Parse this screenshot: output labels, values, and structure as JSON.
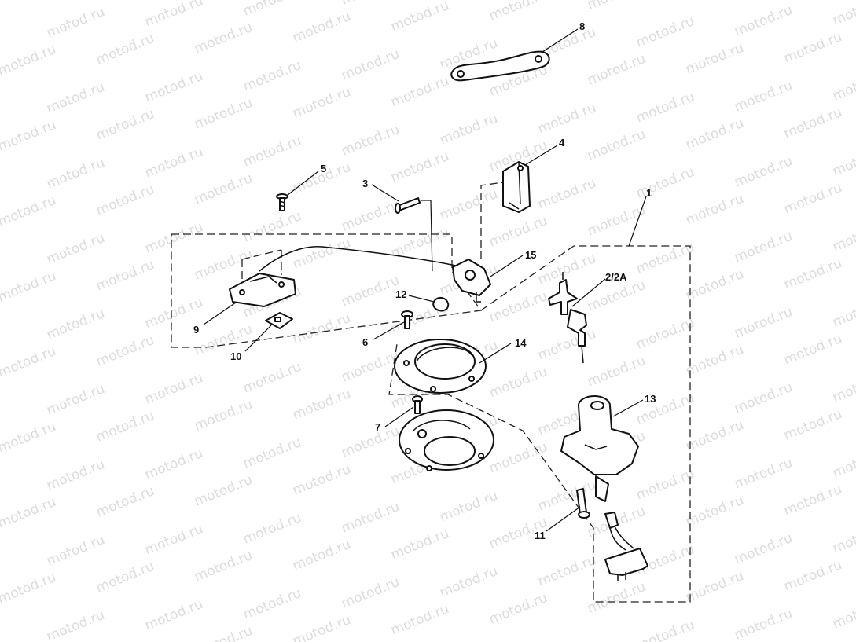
{
  "watermark": {
    "text": "motod.ru",
    "color": "#dcdcdc"
  },
  "diagram": {
    "type": "exploded-parts-view",
    "callouts": {
      "p1": "1",
      "p2": "2/2A",
      "p3": "3",
      "p4": "4",
      "p5": "5",
      "p6": "6",
      "p7": "7",
      "p8": "8",
      "p9": "9",
      "p10": "10",
      "p11": "11",
      "p12": "12",
      "p13": "13",
      "p14": "14",
      "p15": "15"
    },
    "parts": [
      {
        "callout": "1",
        "name": "assembly-set-boundary"
      },
      {
        "callout": "2/2A",
        "name": "key-pair"
      },
      {
        "callout": "3",
        "name": "screw"
      },
      {
        "callout": "4",
        "name": "bracket"
      },
      {
        "callout": "5",
        "name": "screw"
      },
      {
        "callout": "6",
        "name": "screw"
      },
      {
        "callout": "7",
        "name": "bolt"
      },
      {
        "callout": "8",
        "name": "link-plate"
      },
      {
        "callout": "9",
        "name": "seat-lock-with-cable"
      },
      {
        "callout": "10",
        "name": "washer"
      },
      {
        "callout": "11",
        "name": "bolt"
      },
      {
        "callout": "12",
        "name": "clip"
      },
      {
        "callout": "13",
        "name": "ignition-switch"
      },
      {
        "callout": "14",
        "name": "fuel-cap"
      },
      {
        "callout": "15",
        "name": "cable-lock-end"
      }
    ]
  }
}
